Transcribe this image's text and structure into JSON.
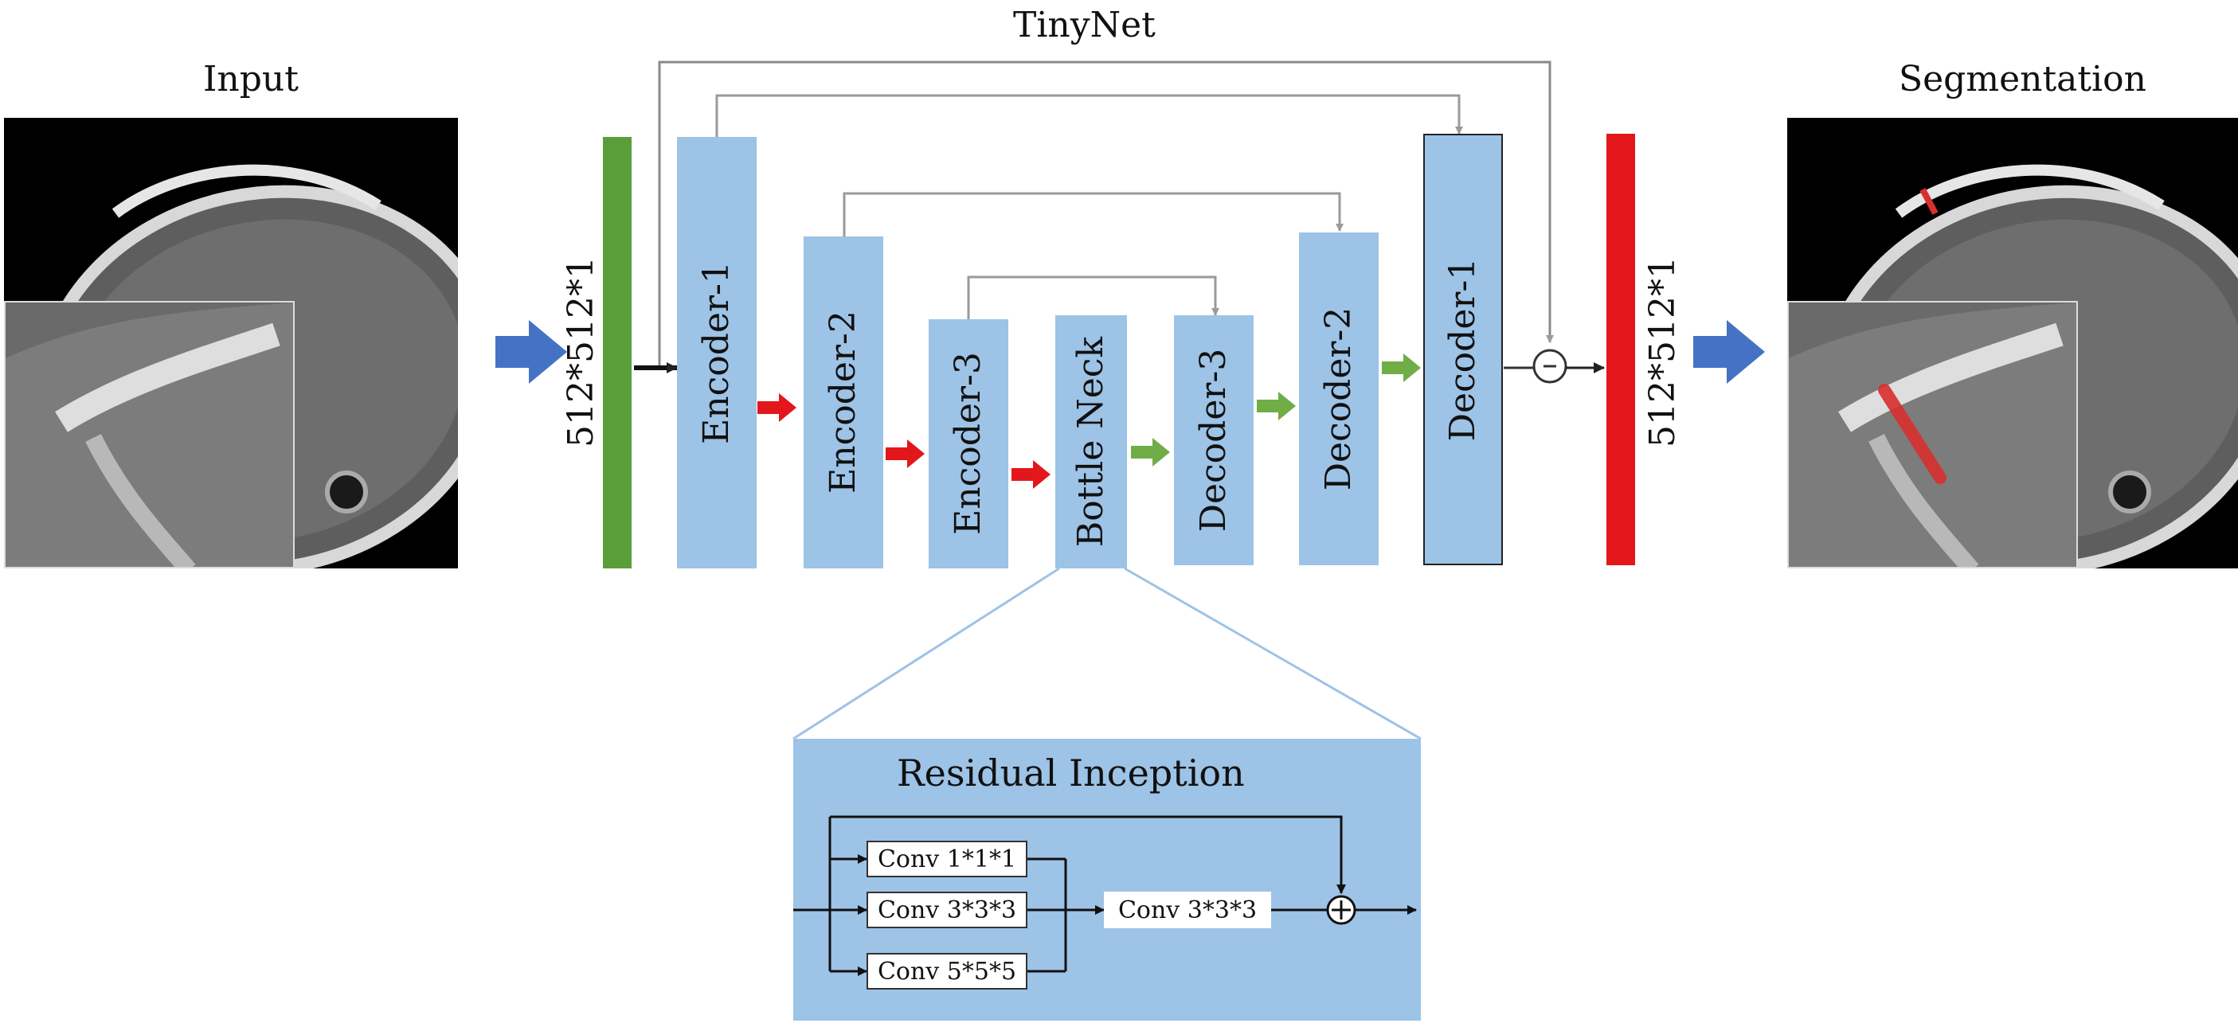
{
  "title": "TinyNet",
  "input_label": "Input",
  "output_label": "Segmentation",
  "input_dim": "512*512*1",
  "output_dim": "512*512*1",
  "blocks": {
    "encoder1": "Encoder-1",
    "encoder2": "Encoder-2",
    "encoder3": "Encoder-3",
    "bottleneck": "Bottle Neck",
    "decoder3": "Decoder-3",
    "decoder2": "Decoder-2",
    "decoder1": "Decoder-1"
  },
  "residual": {
    "title": "Residual Inception",
    "conv1": "Conv 1*1*1",
    "conv3": "Conv 3*3*3",
    "conv5": "Conv 5*5*5",
    "conv_merge": "Conv 3*3*3"
  },
  "colors": {
    "block_fill": "#9dc3e6",
    "input_bar": "#5a9e3a",
    "output_bar": "#e3161b",
    "big_arrow": "#4472c4",
    "down_arrow": "#e3161b",
    "up_arrow": "#70ad47"
  }
}
